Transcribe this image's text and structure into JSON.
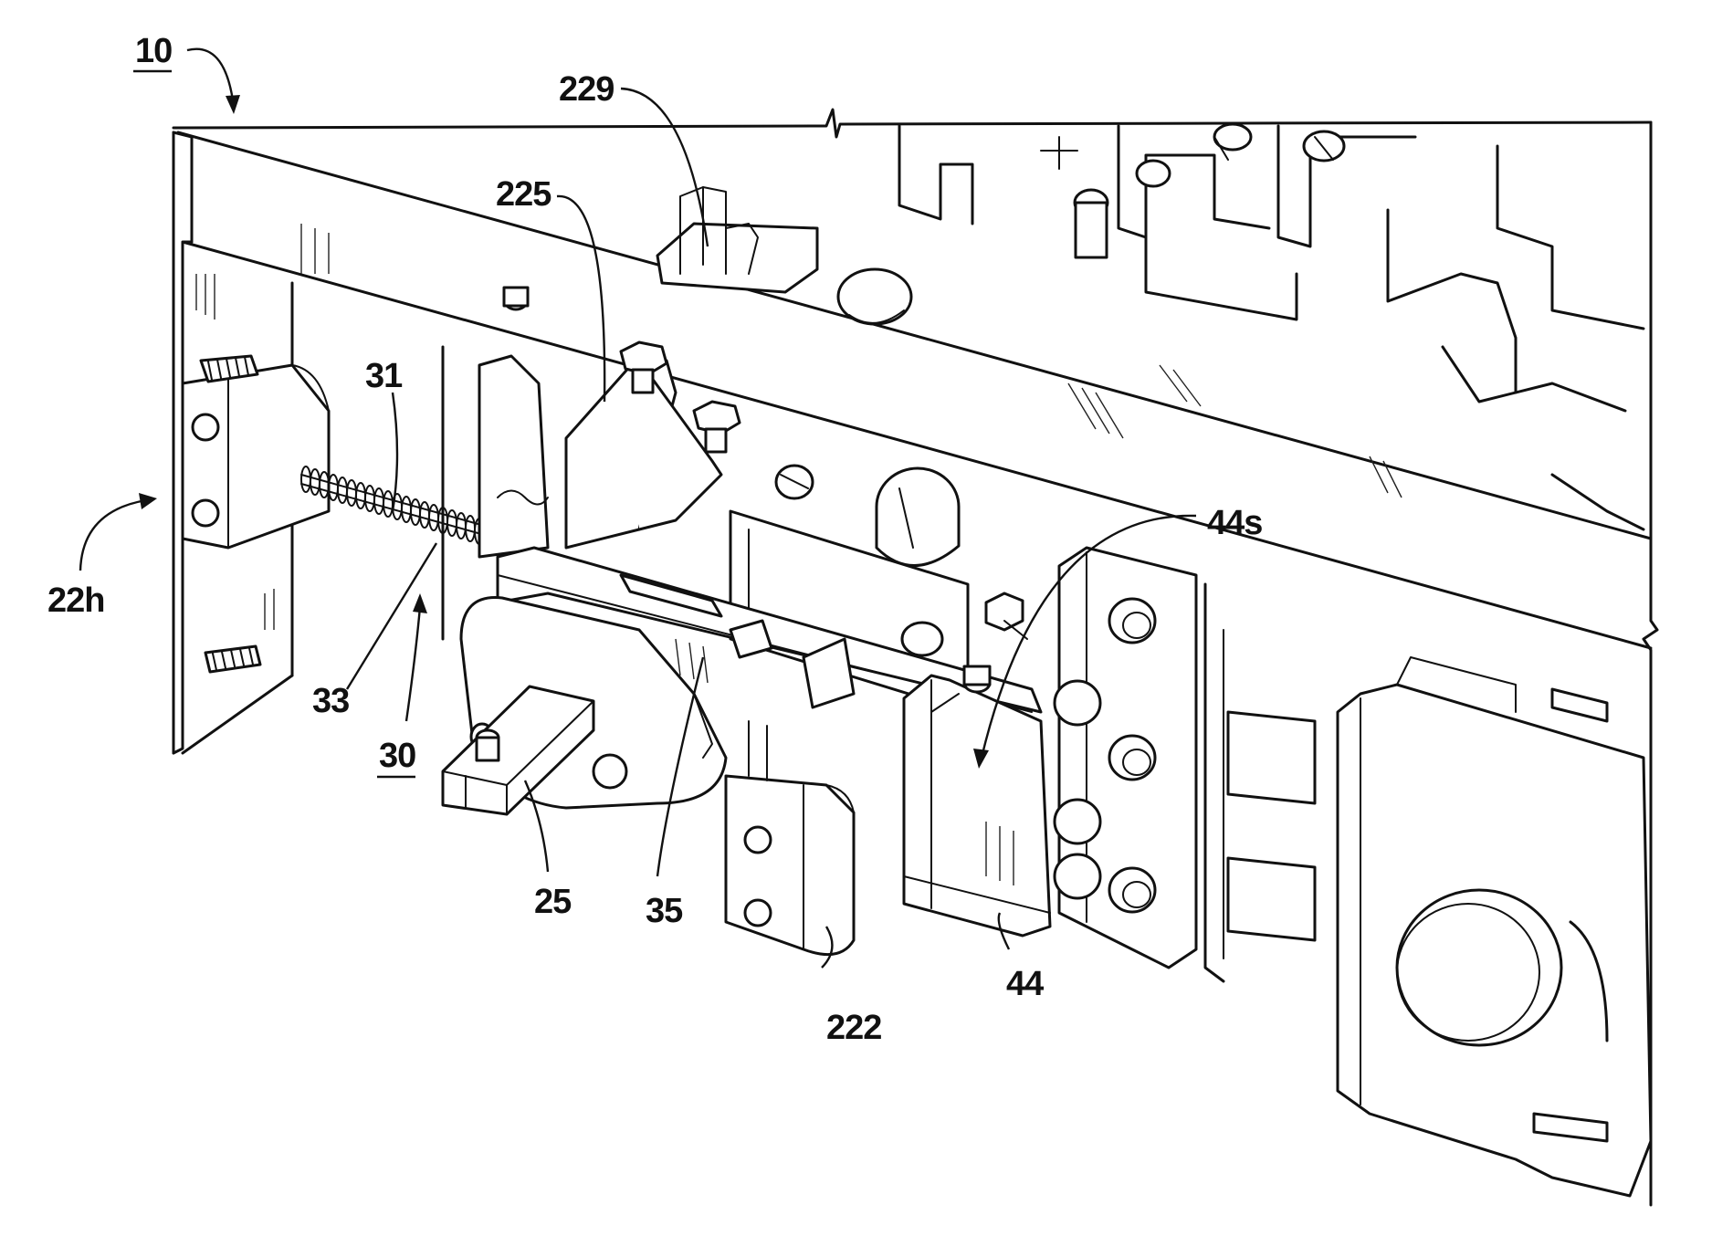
{
  "figure": {
    "labels": {
      "l10": "10",
      "l229": "229",
      "l225": "225",
      "l31": "31",
      "l22h": "22h",
      "l33": "33",
      "l30": "30",
      "l25": "25",
      "l35": "35",
      "l222": "222",
      "l44": "44",
      "l44s": "44s"
    }
  }
}
